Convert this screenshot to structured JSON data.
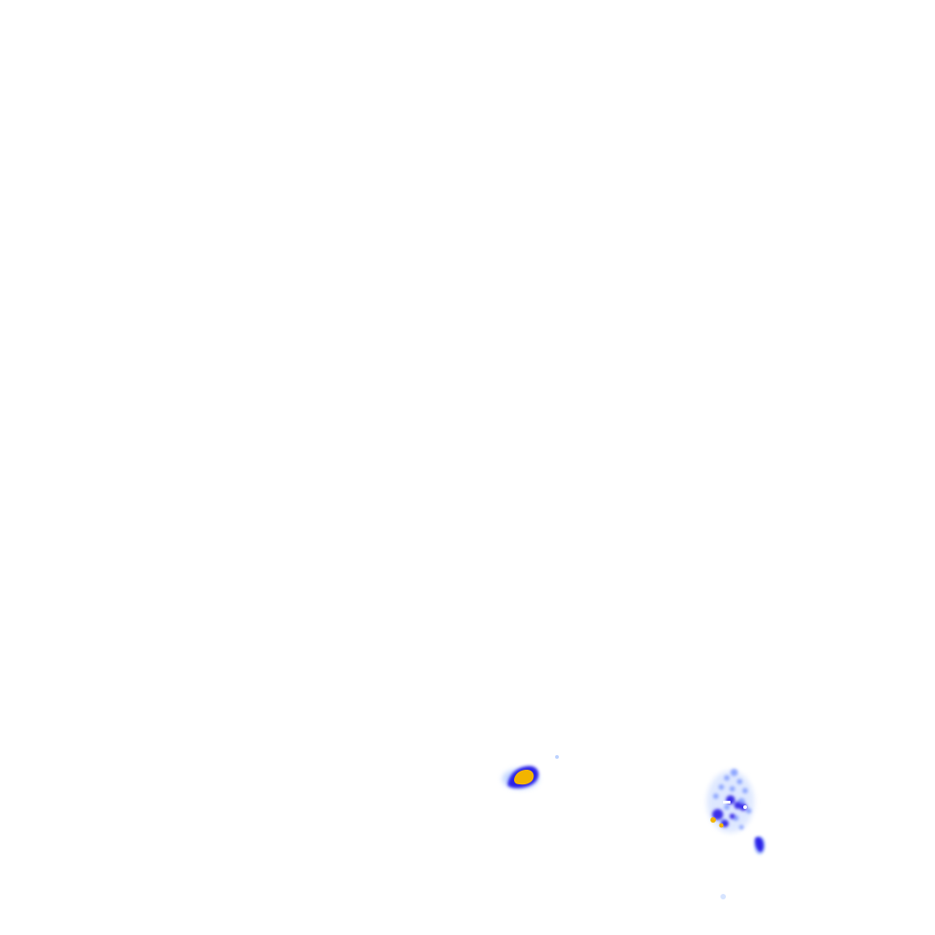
{
  "palette": {
    "background": "#ffffff",
    "light": "#bcd2ff",
    "medium": "#6b86ff",
    "strong": "#2a22e8",
    "heavy": "#f2b400",
    "core": "#ff6a00"
  },
  "layers": [
    "radar-echo-west",
    "radar-echo-east",
    "radar-echo-tail"
  ]
}
